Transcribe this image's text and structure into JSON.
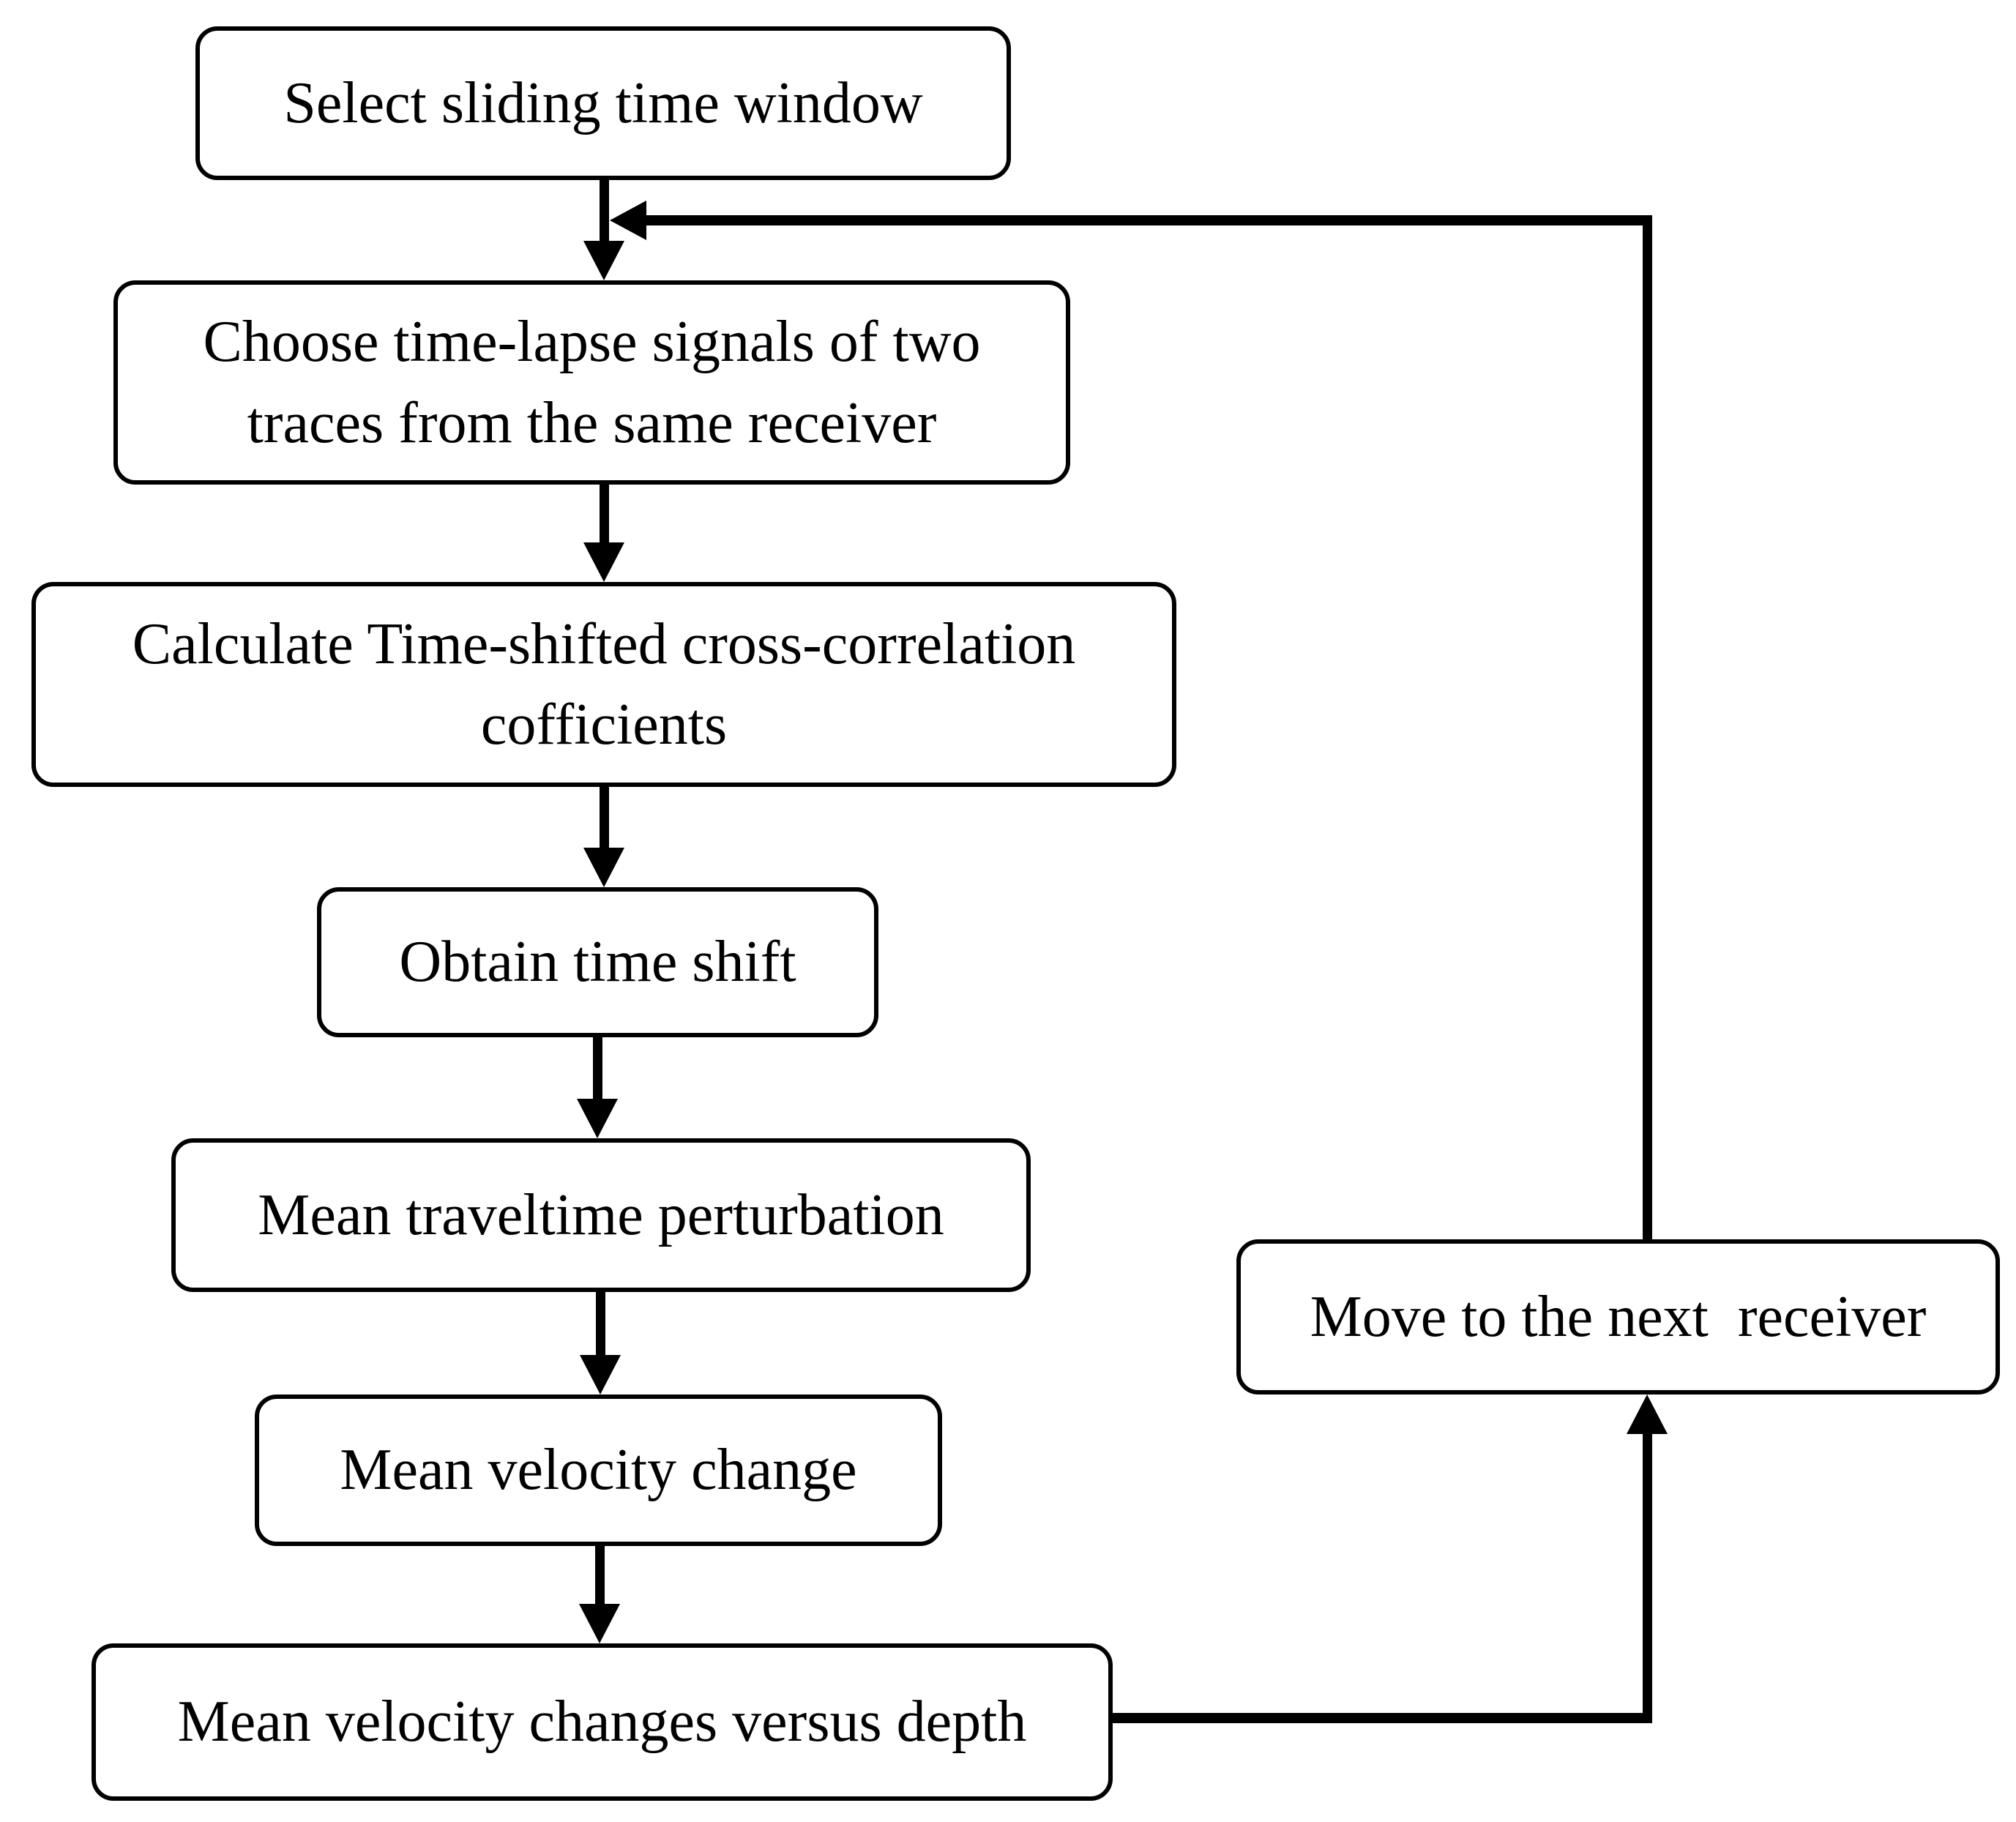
{
  "diagram": {
    "type": "flowchart",
    "background_color": "#ffffff",
    "line_color": "#000000",
    "box_fill_color": "#ffffff",
    "box_border_color": "#000000",
    "nodes": [
      {
        "id": "select-window",
        "lines": [
          "Select sliding time window"
        ]
      },
      {
        "id": "choose-signals",
        "lines": [
          "Choose time-lapse signals of two",
          "traces from the same receiver"
        ]
      },
      {
        "id": "calc-cross-corr",
        "lines": [
          "Calculate Time-shifted cross-correlation",
          "cofficients"
        ]
      },
      {
        "id": "obtain-time-shift",
        "lines": [
          "Obtain time shift"
        ]
      },
      {
        "id": "mean-perturbation",
        "lines": [
          "Mean traveltime perturbation"
        ]
      },
      {
        "id": "mean-velocity-change",
        "lines": [
          "Mean velocity change"
        ]
      },
      {
        "id": "mean-velocity-depth",
        "lines": [
          "Mean velocity changes versus depth"
        ]
      },
      {
        "id": "move-next-receiver",
        "lines": [
          "Move to the next  receiver"
        ]
      }
    ],
    "edges": [
      {
        "from": "select-window",
        "to": "choose-signals",
        "style": "straight-down-arrow"
      },
      {
        "from": "choose-signals",
        "to": "calc-cross-corr",
        "style": "straight-down-arrow"
      },
      {
        "from": "calc-cross-corr",
        "to": "obtain-time-shift",
        "style": "straight-down-arrow"
      },
      {
        "from": "obtain-time-shift",
        "to": "mean-perturbation",
        "style": "straight-down-arrow"
      },
      {
        "from": "mean-perturbation",
        "to": "mean-velocity-change",
        "style": "straight-down-arrow"
      },
      {
        "from": "mean-velocity-change",
        "to": "mean-velocity-depth",
        "style": "straight-down-arrow"
      },
      {
        "from": "mean-velocity-depth",
        "to": "move-next-receiver",
        "style": "elbow-right-then-up-arrow"
      },
      {
        "from": "move-next-receiver",
        "to": "select-window/choose-signals junction",
        "style": "elbow-up-then-left-arrow"
      }
    ]
  }
}
